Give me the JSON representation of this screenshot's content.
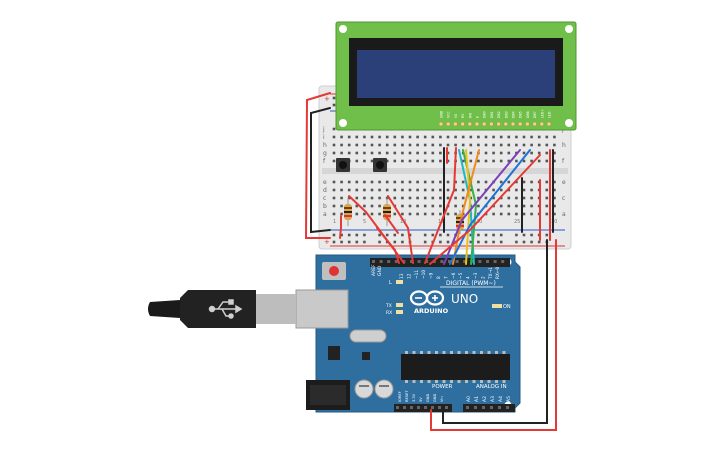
{
  "colors": {
    "background": "#ffffff",
    "arduino_board": "#2f6f9f",
    "arduino_dark": "#1f4f73",
    "lcd_pcb": "#6fbf4a",
    "lcd_screen": "#2b3f79",
    "lcd_bezel": "#1a1a1a",
    "breadboard": "#e7e7e7",
    "rail_red": "#d33",
    "rail_blue": "#2a56c6",
    "wire_red": "#e53935",
    "wire_black": "#222222",
    "wire_purple": "#7b3fb8",
    "wire_blue": "#1e73d8",
    "wire_cyan": "#22b5c8",
    "wire_green": "#33b24a",
    "wire_yellow": "#e8c21a",
    "wire_orange": "#f08a1e",
    "resistor_body": "#d8a84c",
    "usb_plug": "#222222",
    "usb_metal": "#c9c9c9"
  },
  "board": {
    "uno_label": "UNO",
    "brand_label": "ARDUINO",
    "digital_label": "DIGITAL (PWM~)",
    "power_label": "POWER",
    "analog_label": "ANALOG IN",
    "on_label": "ON",
    "tx_label": "TX",
    "rx_label": "RX",
    "l_label": "L",
    "aref_label": "AREF",
    "gnd_label": "GND",
    "digital_pins": [
      "13",
      "12",
      "~11",
      "~10",
      "~9",
      "8",
      "7",
      "~6",
      "~5",
      "4",
      "~3",
      "2",
      "TX→1",
      "RX←0"
    ],
    "power_pins": [
      "IOREF",
      "RESET",
      "3.3V",
      "5V",
      "GND",
      "GND",
      "Vin"
    ],
    "analog_pins": [
      "A0",
      "A1",
      "A2",
      "A3",
      "A4",
      "A5"
    ]
  },
  "breadboard": {
    "row_letters_top": [
      "j",
      "i",
      "h",
      "g",
      "f"
    ],
    "row_letters_bottom": [
      "e",
      "d",
      "c",
      "b",
      "a"
    ],
    "column_numbers": [
      "1",
      "5",
      "10",
      "15",
      "20",
      "25",
      "30"
    ],
    "rail_plus": "+",
    "rail_minus": "-"
  },
  "lcd": {
    "pin_labels": [
      "GND",
      "VCC",
      "V0",
      "RS",
      "RW",
      "E",
      "DB0",
      "DB1",
      "DB2",
      "DB3",
      "DB4",
      "DB5",
      "DB6",
      "DB7",
      "LED+",
      "LED-"
    ]
  },
  "icons": {
    "usb": "usb-icon",
    "arduino_logo": "arduino-infinity-logo"
  }
}
